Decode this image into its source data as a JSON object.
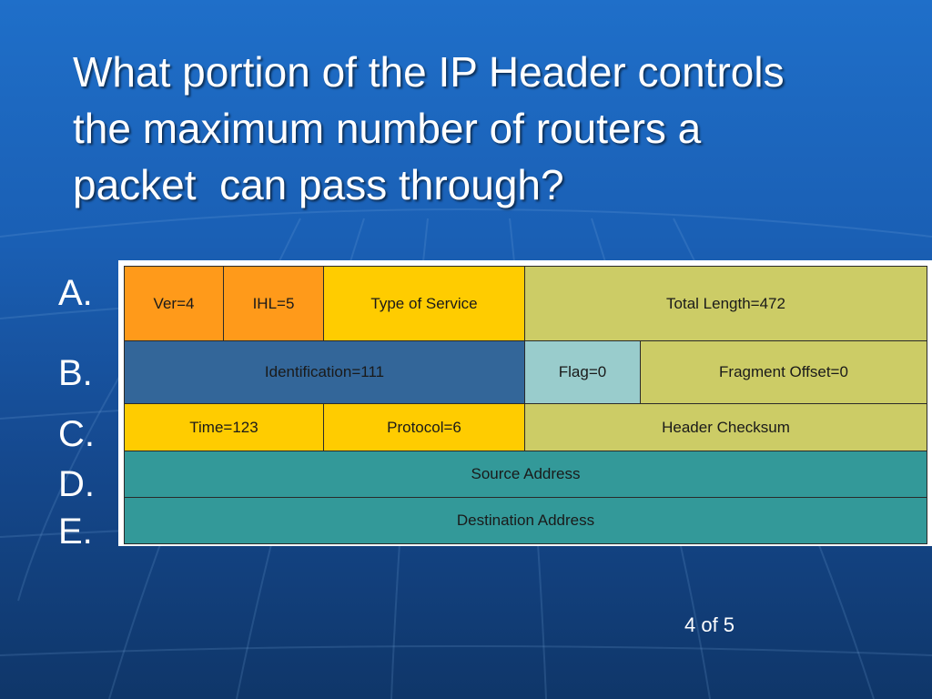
{
  "slide": {
    "title_lines": [
      "What portion of the IP Header controls",
      "the maximum number of routers a",
      "packet  can pass through?"
    ],
    "answers": [
      "A.",
      "B.",
      "C.",
      "D.",
      "E."
    ],
    "page_indicator": "4 of 5"
  },
  "diagram": {
    "row1": {
      "ver": "Ver=4",
      "ihl": "IHL=5",
      "tos": "Type of Service",
      "total_length": "Total Length=472"
    },
    "row2": {
      "identification": "Identification=111",
      "flag": "Flag=0",
      "fragment_offset": "Fragment Offset=0"
    },
    "row3": {
      "time": "Time=123",
      "protocol": "Protocol=6",
      "checksum": "Header Checksum"
    },
    "row4": {
      "source": "Source Address"
    },
    "row5": {
      "destination": "Destination Address"
    },
    "colors": {
      "orange": "#ff9a1a",
      "gold": "#ffcc00",
      "olive": "#cccc66",
      "steel_blue": "#336699",
      "light_teal": "#99cccc",
      "teal": "#339999"
    }
  }
}
